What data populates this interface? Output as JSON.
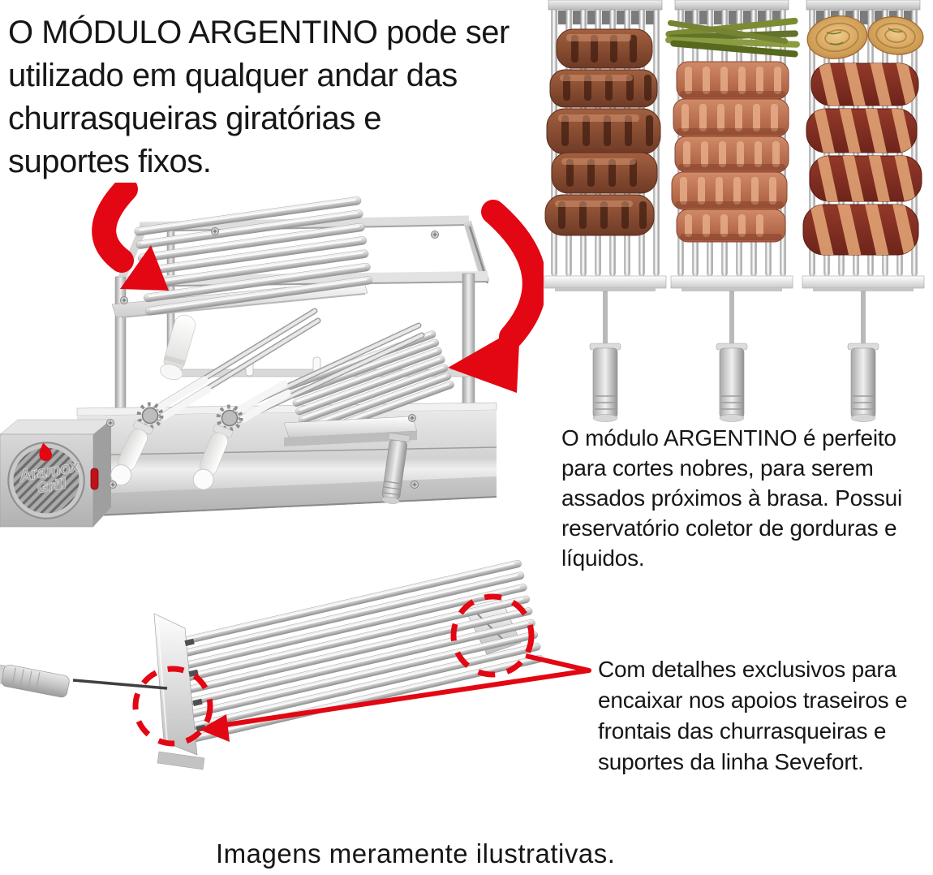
{
  "colors": {
    "accent_red": "#e30613",
    "text_dark": "#161616",
    "steel_light": "#f2f2f2",
    "steel_mid": "#c6c6c6",
    "steel_dark": "#8f8f8f",
    "ivory": "#f2f1ee",
    "brand_gray": "#a6a6a6",
    "rib_brown": "#8a4a30",
    "rib_char": "#462113",
    "rib_salmon": "#c0714f",
    "rib_bone": "#e7ac88",
    "bacon_red": "#7e2b1e",
    "bacon_fat": "#e0a274",
    "onion_gold": "#d9a95f",
    "asparagus_green": "#7b8c33"
  },
  "hero_text": {
    "lines": [
      "O MÓDULO ARGENTINO pode ser",
      "utilizado em qualquer andar das",
      "churrasqueiras giratórias e",
      "suportes fixos."
    ]
  },
  "right_text": {
    "lines": [
      "O módulo ARGENTINO é perfeito",
      "para cortes nobres, para serem",
      "assados próximos à brasa. Possui",
      "reservatório coletor de gorduras e",
      "líquidos."
    ]
  },
  "detail_text": {
    "lines": [
      "Com detalhes exclusivos para",
      "encaixar nos apoios traseiros e",
      "frontais das churrasqueiras e",
      "suportes da linha Sevefort."
    ]
  },
  "caption": {
    "text": "Imagens meramente ilustrativas."
  },
  "brand": {
    "line1": "Aramox",
    "line2": "Grill"
  },
  "icons": {
    "arrow_left": "red-curved-arrow",
    "arrow_right": "red-curved-arrow",
    "flame": "flame",
    "highlight_circles": "dashed-circle-highlight"
  }
}
